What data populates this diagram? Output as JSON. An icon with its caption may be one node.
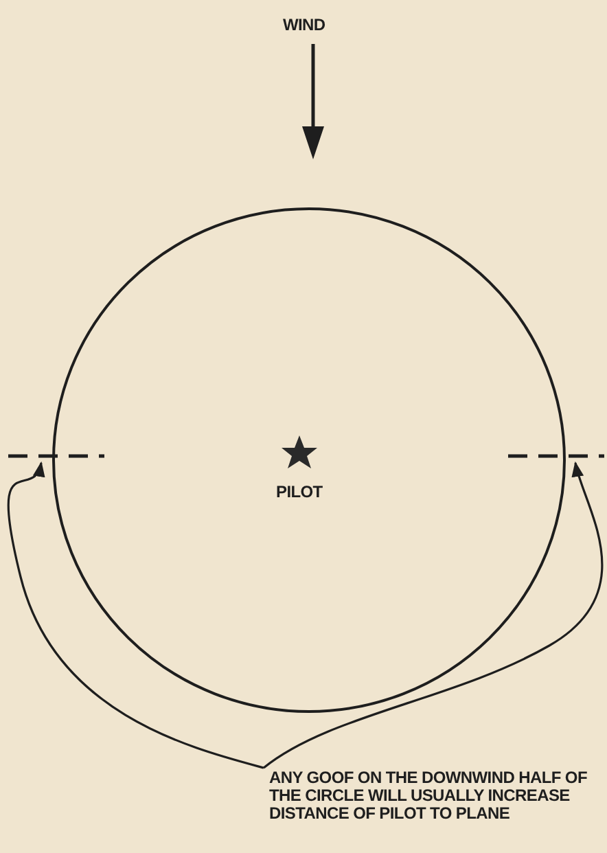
{
  "diagram": {
    "nodes": [
      {
        "text": [
          "ANY GOOF ON THE DOWNWIND HALF OF THE CIRCLE WILL USUALLY INCREASE DISTANCE OF PILOT TO PLANE"
        ]
      },
      {
        "text": [],
        "shape": "line"
      },
      {
        "text": [],
        "shape": "line"
      }
    ],
    "edges": [
      {
        "from": 0,
        "to": 1,
        "arrow": "to"
      },
      {
        "from": 0,
        "to": 2,
        "arrow": "to"
      }
    ],
    "labels": [
      "WIND",
      "PILOT"
    ]
  }
}
